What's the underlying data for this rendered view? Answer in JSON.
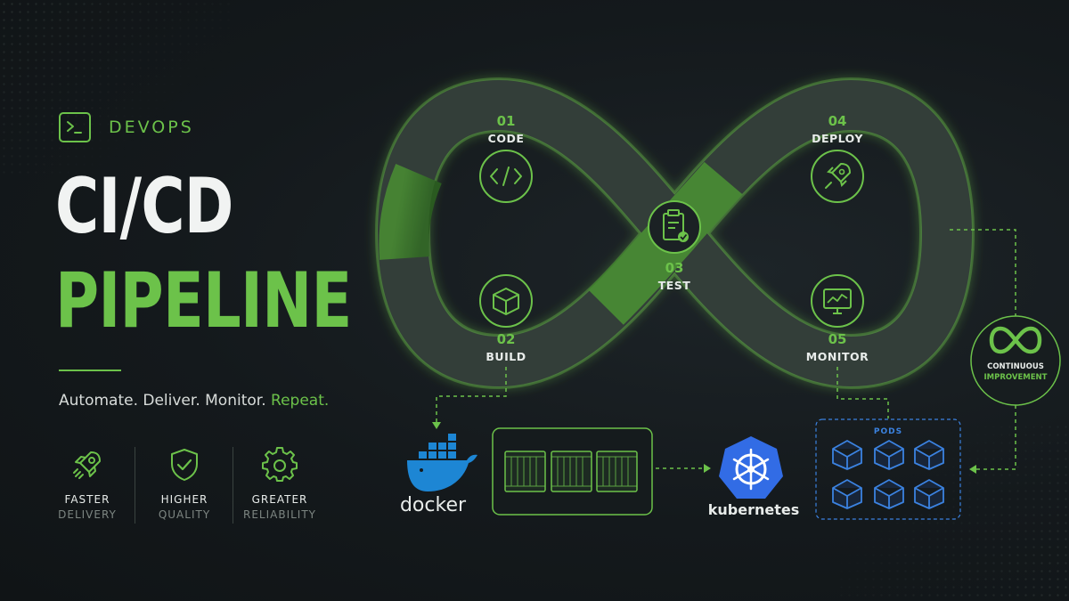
{
  "brand": {
    "label": "DEVOPS",
    "icon": "terminal-icon"
  },
  "title": {
    "line1": "CI/CD",
    "line2": "PIPELINE"
  },
  "tagline": {
    "main": "Automate. Deliver. Monitor.",
    "accent": "Repeat."
  },
  "benefits": [
    {
      "icon": "rocket-icon",
      "top": "FASTER",
      "bottom": "DELIVERY"
    },
    {
      "icon": "shield-check-icon",
      "top": "HIGHER",
      "bottom": "QUALITY"
    },
    {
      "icon": "gear-icon",
      "top": "GREATER",
      "bottom": "RELIABILITY"
    }
  ],
  "stages": [
    {
      "num": "01",
      "label": "CODE",
      "icon": "code-icon"
    },
    {
      "num": "02",
      "label": "BUILD",
      "icon": "cube-icon"
    },
    {
      "num": "03",
      "label": "TEST",
      "icon": "clipboard-check-icon"
    },
    {
      "num": "04",
      "label": "DEPLOY",
      "icon": "rocket-icon"
    },
    {
      "num": "05",
      "label": "MONITOR",
      "icon": "monitor-chart-icon"
    }
  ],
  "tools": {
    "docker": "docker",
    "kubernetes": "kubernetes",
    "pods": "PODS"
  },
  "continuous": {
    "line1": "CONTINUOUS",
    "line2": "IMPROVEMENT",
    "icon": "infinity-icon"
  },
  "colors": {
    "accent": "#6cc24a",
    "blue": "#3b82e0",
    "background": "#14191c"
  }
}
